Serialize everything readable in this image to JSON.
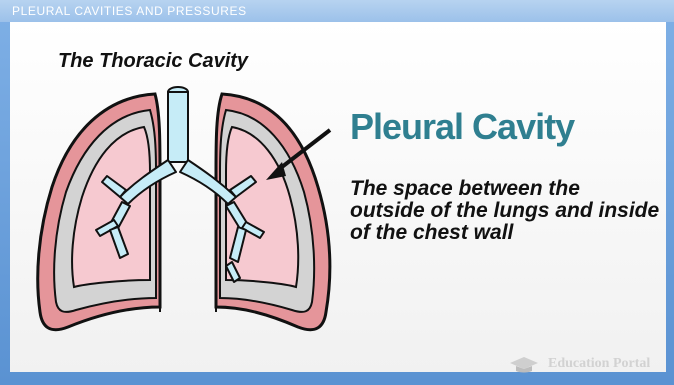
{
  "header": {
    "title": "PLEURAL CAVITIES AND PRESSURES"
  },
  "diagram": {
    "heading": "The Thoracic Cavity",
    "callout_title": "Pleural Cavity",
    "callout_description": "The space between the outside of the lungs and inside of the chest wall",
    "colors": {
      "chest_wall": "#e5959a",
      "lung": "#f6c9d0",
      "pleural_space": "#d3d3d3",
      "airway": "#c6ecf7",
      "title_teal": "#2f7f90"
    }
  },
  "footer": {
    "logo_text": "Education Portal",
    "logo_icon": "graduation-cap-icon"
  }
}
